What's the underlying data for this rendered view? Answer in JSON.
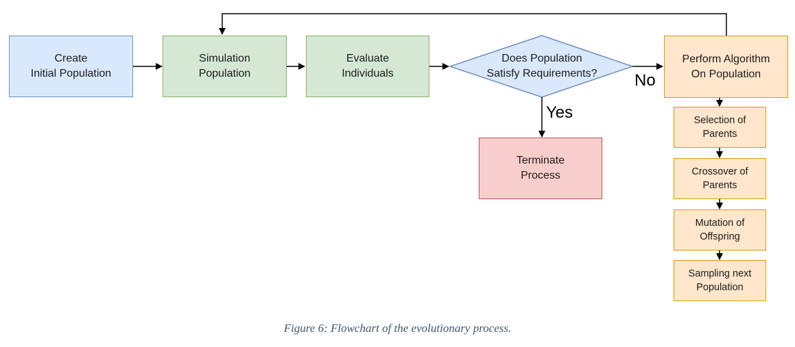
{
  "nodes": {
    "create": "Create\nInitial Population",
    "simulation": "Simulation\nPopulation",
    "evaluate": "Evaluate\nIndividuals",
    "decision": "Does Population\nSatisfy Requirements?",
    "terminate": "Terminate\nProcess",
    "perform": "Perform Algorithm\nOn Population",
    "selection": "Selection of\nParents",
    "crossover": "Crossover of\nParents",
    "mutation": "Mutation of\nOffspring",
    "sampling": "Sampling next\nPopulation"
  },
  "edge_labels": {
    "no": "No",
    "yes": "Yes"
  },
  "caption": "Figure 6: Flowchart of the evolutionary process.",
  "colors": {
    "blue_fill": "#dae8fc",
    "blue_stroke": "#6c8ebf",
    "green_fill": "#d5e8d4",
    "green_stroke": "#82b366",
    "red_fill": "#f8cecc",
    "red_stroke": "#b85450",
    "orange_fill": "#ffe6cc",
    "orange_stroke": "#d79b00",
    "caption": "#44546a"
  }
}
